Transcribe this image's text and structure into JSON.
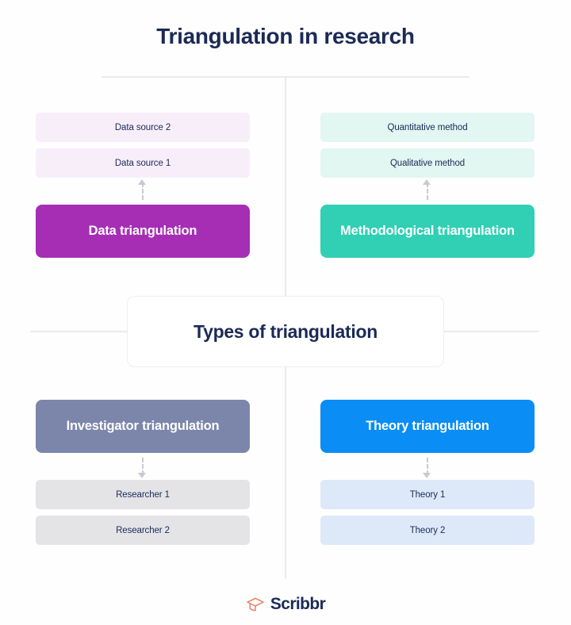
{
  "diagram": {
    "title": "Triangulation in research",
    "center_label": "Types of triangulation",
    "quadrants": {
      "top_left": {
        "main_label": "Data triangulation",
        "main_color": "#a52eb5",
        "sub_color": "#f8eefa",
        "arrow_direction": "up",
        "sub_items": [
          "Data source 2",
          "Data source 1"
        ]
      },
      "top_right": {
        "main_label": "Methodological triangulation",
        "main_color": "#31cfb4",
        "sub_color": "#e2f6f2",
        "arrow_direction": "up",
        "sub_items": [
          "Quantitative method",
          "Qualitative method"
        ]
      },
      "bottom_left": {
        "main_label": "Investigator triangulation",
        "main_color": "#7c86ab",
        "sub_color": "#e4e4e7",
        "arrow_direction": "down",
        "sub_items": [
          "Researcher 1",
          "Researcher 2"
        ]
      },
      "bottom_right": {
        "main_label": "Theory triangulation",
        "main_color": "#0a8df4",
        "sub_color": "#dde9f8",
        "arrow_direction": "down",
        "sub_items": [
          "Theory 1",
          "Theory 2"
        ]
      }
    },
    "connector_color": "#e9eaf1",
    "arrow_color": "#c9c9d4",
    "heading_color": "#1b2a56"
  },
  "footer": {
    "brand_name": "Scribbr",
    "brand_icon": "graduation-cap-icon",
    "brand_icon_color": "#e8876b"
  }
}
